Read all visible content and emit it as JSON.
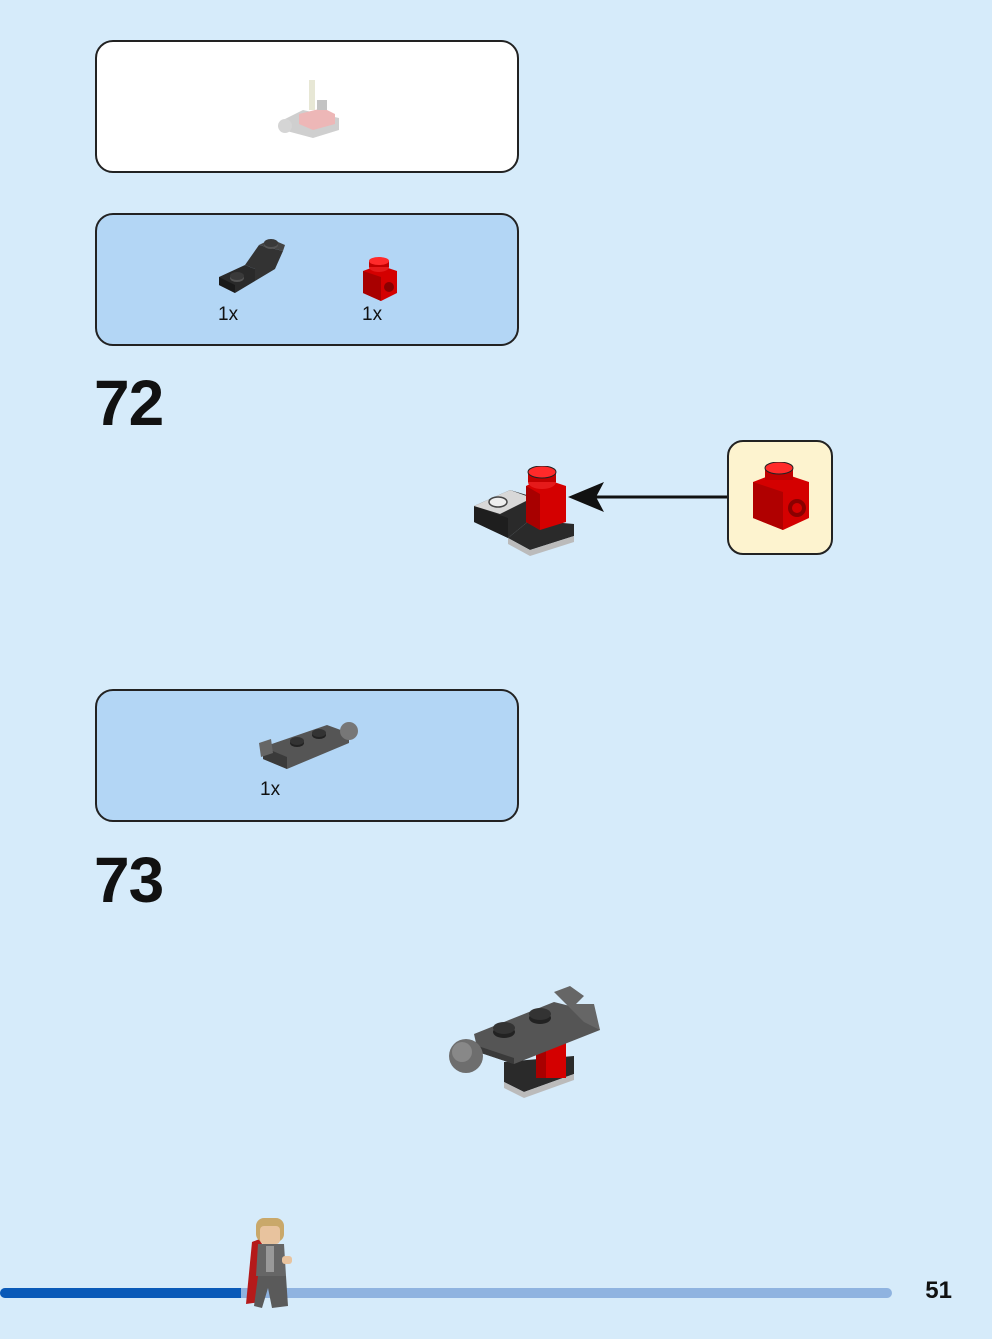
{
  "preview": {},
  "steps": [
    {
      "number": "72",
      "parts": [
        {
          "icon": "black-inverted-bracket-icon",
          "quantity": "1x"
        },
        {
          "icon": "red-brick-1x1-stud-icon",
          "quantity": "1x"
        }
      ]
    },
    {
      "number": "73",
      "parts": [
        {
          "icon": "dark-gray-plate-clip-ball-icon",
          "quantity": "1x"
        }
      ]
    }
  ],
  "footer": {
    "page_number": "51",
    "progress": 0.27,
    "colors": {
      "fill": "#0a5ab8",
      "track": "#8fb3e0"
    }
  },
  "colors": {
    "background": "#d6ebfa",
    "parts_box": "#b3d6f5",
    "callout": "#fdf3cf",
    "lego_red": "#d40000",
    "lego_black": "#2a2a2a"
  }
}
